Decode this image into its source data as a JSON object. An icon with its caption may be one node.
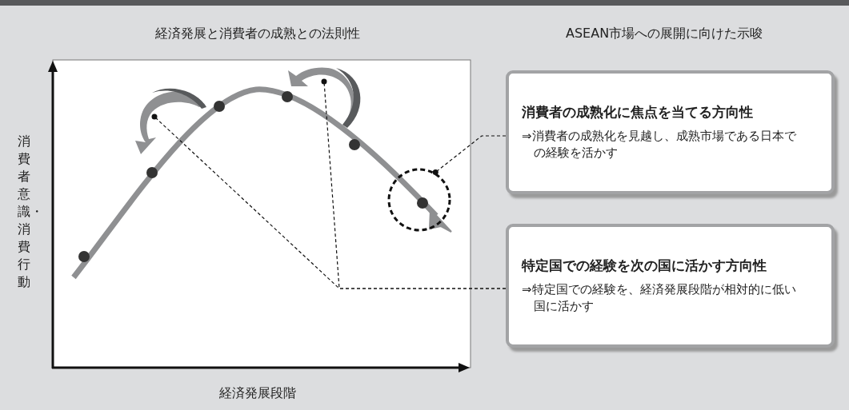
{
  "diagram": {
    "nodes": [
      {
        "text": [
          "消費者の成熟化に焦点を当てる方向性",
          "⇒消費者の成熟化を見越し、成熟市場である日本での経験を活かす"
        ]
      },
      {
        "text": [
          "特定国での経験を次の国に活かす方向性",
          "⇒特定国での経験を、経済発展段階が相対的に低い国に活かす"
        ]
      },
      {
        "text": [],
        "shape": "circle"
      }
    ],
    "edges": [
      {
        "from": 0,
        "to": 2,
        "arrow": "other",
        "style": "dashed"
      },
      {
        "from": 1,
        "to": null,
        "arrow": "other",
        "style": "dashed"
      },
      {
        "from": 1,
        "to": null,
        "arrow": "other",
        "style": "dashed"
      }
    ],
    "labels": [
      "経済発展と消費者の成熟との法則性",
      "ASEAN市場への展開に向けた示唆",
      "消費者意識・消費行動",
      "経済発展段階"
    ]
  }
}
